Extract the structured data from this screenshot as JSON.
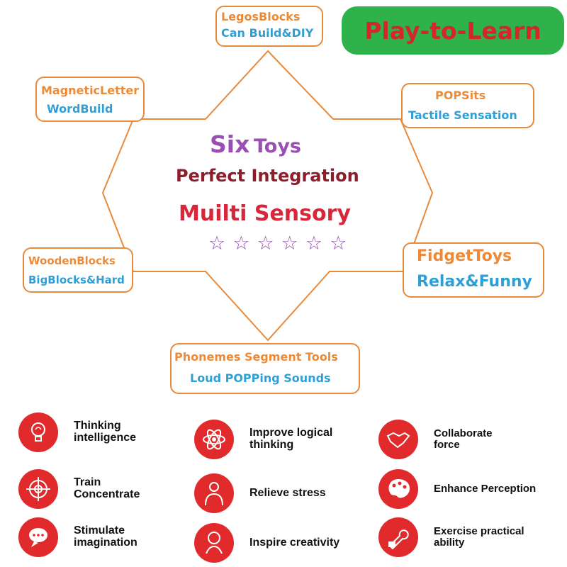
{
  "banner": {
    "label": "Play-to-Learn"
  },
  "center": {
    "word_six": "Six",
    "word_toys": "Toys",
    "integration": "Perfect Integration",
    "sensory": "Muilti Sensory",
    "stars": [
      "☆",
      "☆",
      "☆",
      "☆",
      "☆",
      "☆"
    ]
  },
  "boxes": {
    "top": {
      "title": "LegosBlocks",
      "subtitle": "Can Build&DIY"
    },
    "top_left": {
      "title": "MagneticLetter",
      "subtitle": "WordBuild"
    },
    "top_right": {
      "title": "POPSits",
      "subtitle": "Tactile Sensation"
    },
    "bottom_left": {
      "title": "WoodenBlocks",
      "subtitle": "BigBlocks&Hard"
    },
    "bottom_right": {
      "title": "FidgetToys",
      "subtitle": "Relax&Funny"
    },
    "bottom": {
      "title": "Phonemes Segment Tools",
      "subtitle": "Loud POPPing Sounds"
    }
  },
  "features": [
    {
      "icon": "lightbulb-brain-icon",
      "line1": "Thinking",
      "line2": "intelligence"
    },
    {
      "icon": "atom-icon",
      "line1": "Improve logical",
      "line2": "thinking"
    },
    {
      "icon": "handshake-icon",
      "line1": "Collaborate",
      "line2": "force"
    },
    {
      "icon": "target-icon",
      "line1": "Train",
      "line2": "Concentrate"
    },
    {
      "icon": "relieved-person-icon",
      "line1": "Relieve stress",
      "line2": ""
    },
    {
      "icon": "palette-icon",
      "line1": "Enhance Perception",
      "line2": ""
    },
    {
      "icon": "thought-bubble-icon",
      "line1": "Stimulate",
      "line2": "imagination"
    },
    {
      "icon": "idea-hand-icon",
      "line1": "Inspire creativity",
      "line2": ""
    },
    {
      "icon": "wrench-hand-icon",
      "line1": "Exercise practical",
      "line2": "ability"
    }
  ],
  "colors": {
    "box_border": "#e88a3c",
    "box_title": "#ec8a37",
    "box_subtitle": "#2f9fd6",
    "banner_bg": "#2fb24a",
    "banner_text": "#d2272c",
    "six_purple": "#9a4fb3",
    "integration": "#8e1d2b",
    "sensory": "#d8263a",
    "icon_red": "#e02a2b"
  }
}
